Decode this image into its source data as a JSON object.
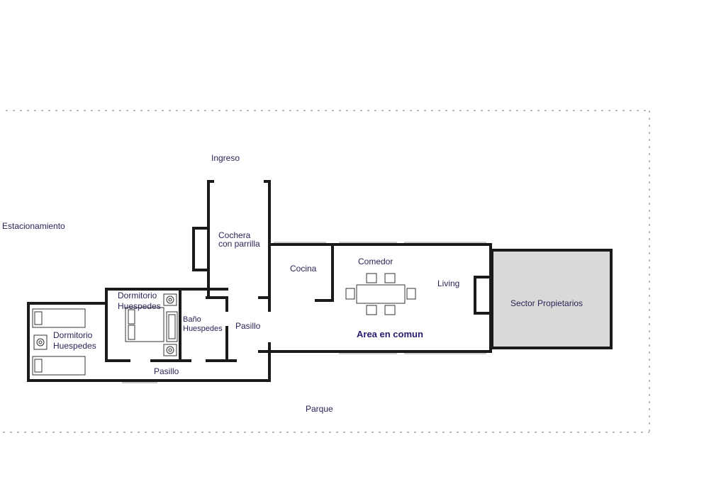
{
  "labels": {
    "ingreso": "Ingreso",
    "estacionamiento": "Estacionamiento",
    "cochera_1": "Cochera",
    "cochera_2": "con parrilla",
    "cocina": "Cocina",
    "comedor": "Comedor",
    "living": "Living",
    "sector_propietarios": "Sector Propietarios",
    "area_comun": "Area en comun",
    "pasillo_center": "Pasillo",
    "pasillo_bottom": "Pasillo",
    "bano_1": "Baño",
    "bano_2": "Huespedes",
    "dorm_top_1": "Dormitorio",
    "dorm_top_2": "Huespedes",
    "dorm_left_1": "Dormitorio",
    "dorm_left_2": "Huespedes",
    "parque": "Parque"
  },
  "colors": {
    "owner_sector_fill": "#d9d9d9",
    "label_text": "#2a2456",
    "wall": "#1a1a1a"
  }
}
